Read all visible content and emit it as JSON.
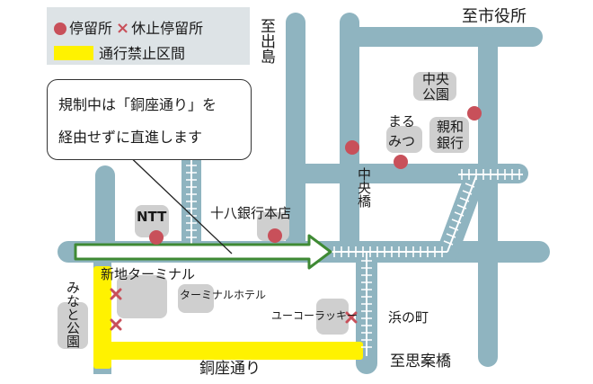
{
  "legend": {
    "stop_label": "停留所",
    "suspended_stop_label": "休止停留所",
    "closed_section_label": "通行禁止区間"
  },
  "notice": {
    "line1": "規制中は「銅座通り」を",
    "line2": "経由せずに直進します"
  },
  "places": {
    "to_shiyakusho": "至市役所",
    "to_dejima": "至出島",
    "chuo_koen": "中央公園",
    "marumitsu_1": "まる",
    "marumitsu_2": "みつ",
    "shinwa_ginko": "親和銀行",
    "chuo_bashi": "中央橋",
    "ntt": "NTT",
    "juhachi_ginko": "十八銀行本店",
    "shinchi_terminal": "新地ターミナル",
    "terminal_hotel": "ターミナルホテル",
    "minato_koen": "みなと公園",
    "yuko_lucky": "ユーコーラッキー",
    "hamanomachi": "浜の町",
    "to_shianbashi": "至思案橋",
    "dozadori": "銅座通り"
  },
  "colors": {
    "road": "#8fb4c0",
    "tram_track": "#ffffff",
    "stop": "#c8505a",
    "closed_section": "#fff200",
    "building": "#cfcfcf",
    "detour_arrow": "#3f8a34",
    "legend_bg": "#dde3e6"
  },
  "icons": {
    "stop": "red-circle",
    "suspended_stop": "red-cross",
    "closed_section": "yellow-band",
    "detour_route": "green-arrow"
  }
}
